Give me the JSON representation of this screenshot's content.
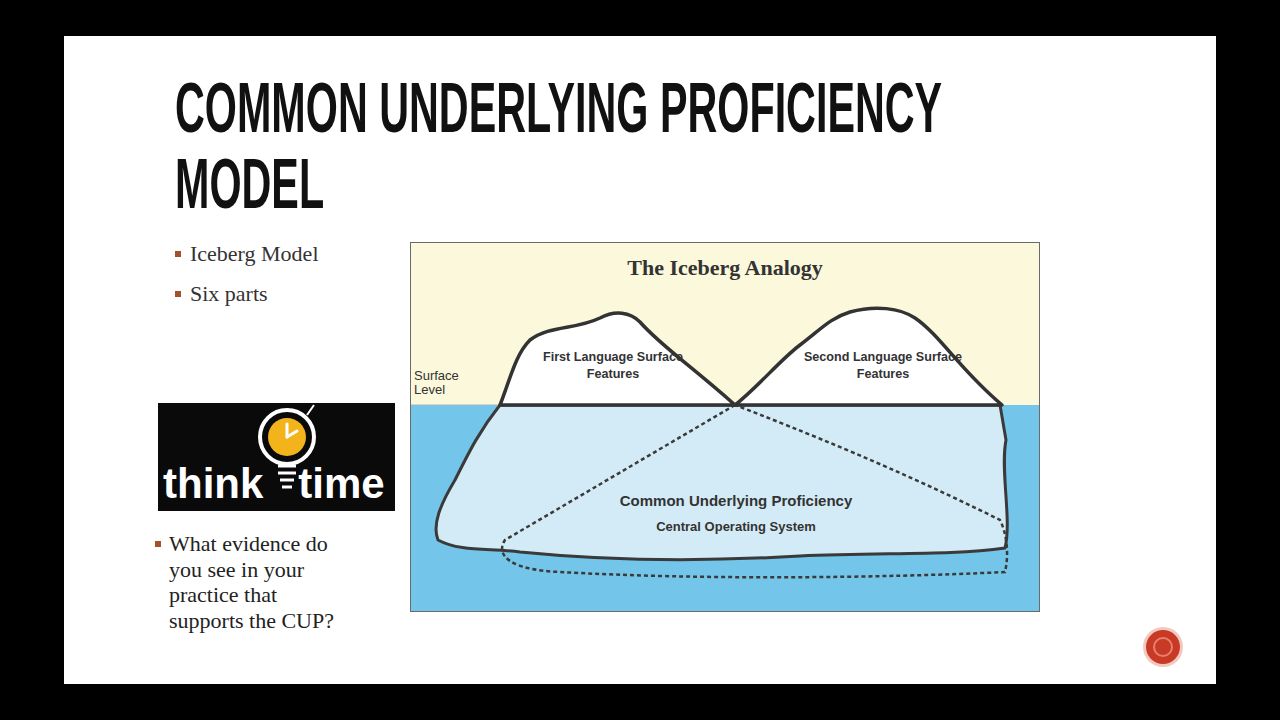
{
  "diagram": {
    "title": "COMMON UNDERLYING PROFICIENCY MODEL",
    "nodes": [
      {
        "text": [
          "The Iceberg Analogy"
        ]
      },
      {
        "text": [
          "First Language Surface Features"
        ],
        "in": 0
      },
      {
        "text": [
          "Second Language Surface Features"
        ],
        "in": 0
      },
      {
        "text": [
          "Common Underlying Proficiency",
          "Central Operating System"
        ],
        "in": 0
      },
      {
        "text": [
          "think",
          "time"
        ]
      }
    ],
    "labels": [
      "Iceberg Model",
      "Six parts",
      "What evidence do you see in your practice that supports the CUP?",
      "Surface Level"
    ]
  }
}
